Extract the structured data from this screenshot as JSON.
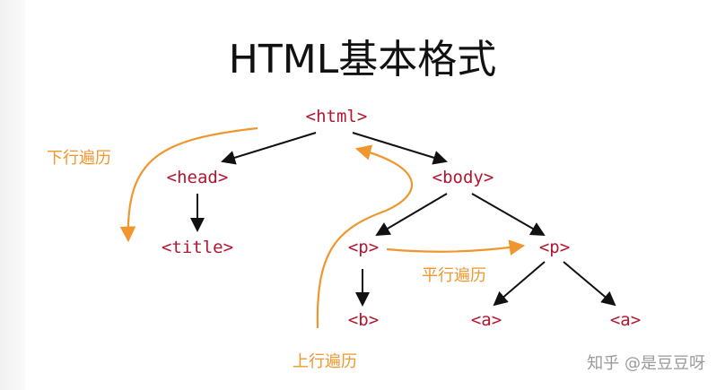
{
  "title": "HTML基本格式",
  "nodes": {
    "html": "<html>",
    "head": "<head>",
    "body": "<body>",
    "title": "<title>",
    "p1": "<p>",
    "p2": "<p>",
    "b": "<b>",
    "a1": "<a>",
    "a2": "<a>"
  },
  "labels": {
    "down": "下行遍历",
    "parallel": "平行遍历",
    "up": "上行遍历"
  },
  "watermark": "知乎 @是豆豆呀",
  "colors": {
    "node": "#b3162f",
    "traversal": "#f0962e",
    "edge": "#111111"
  }
}
